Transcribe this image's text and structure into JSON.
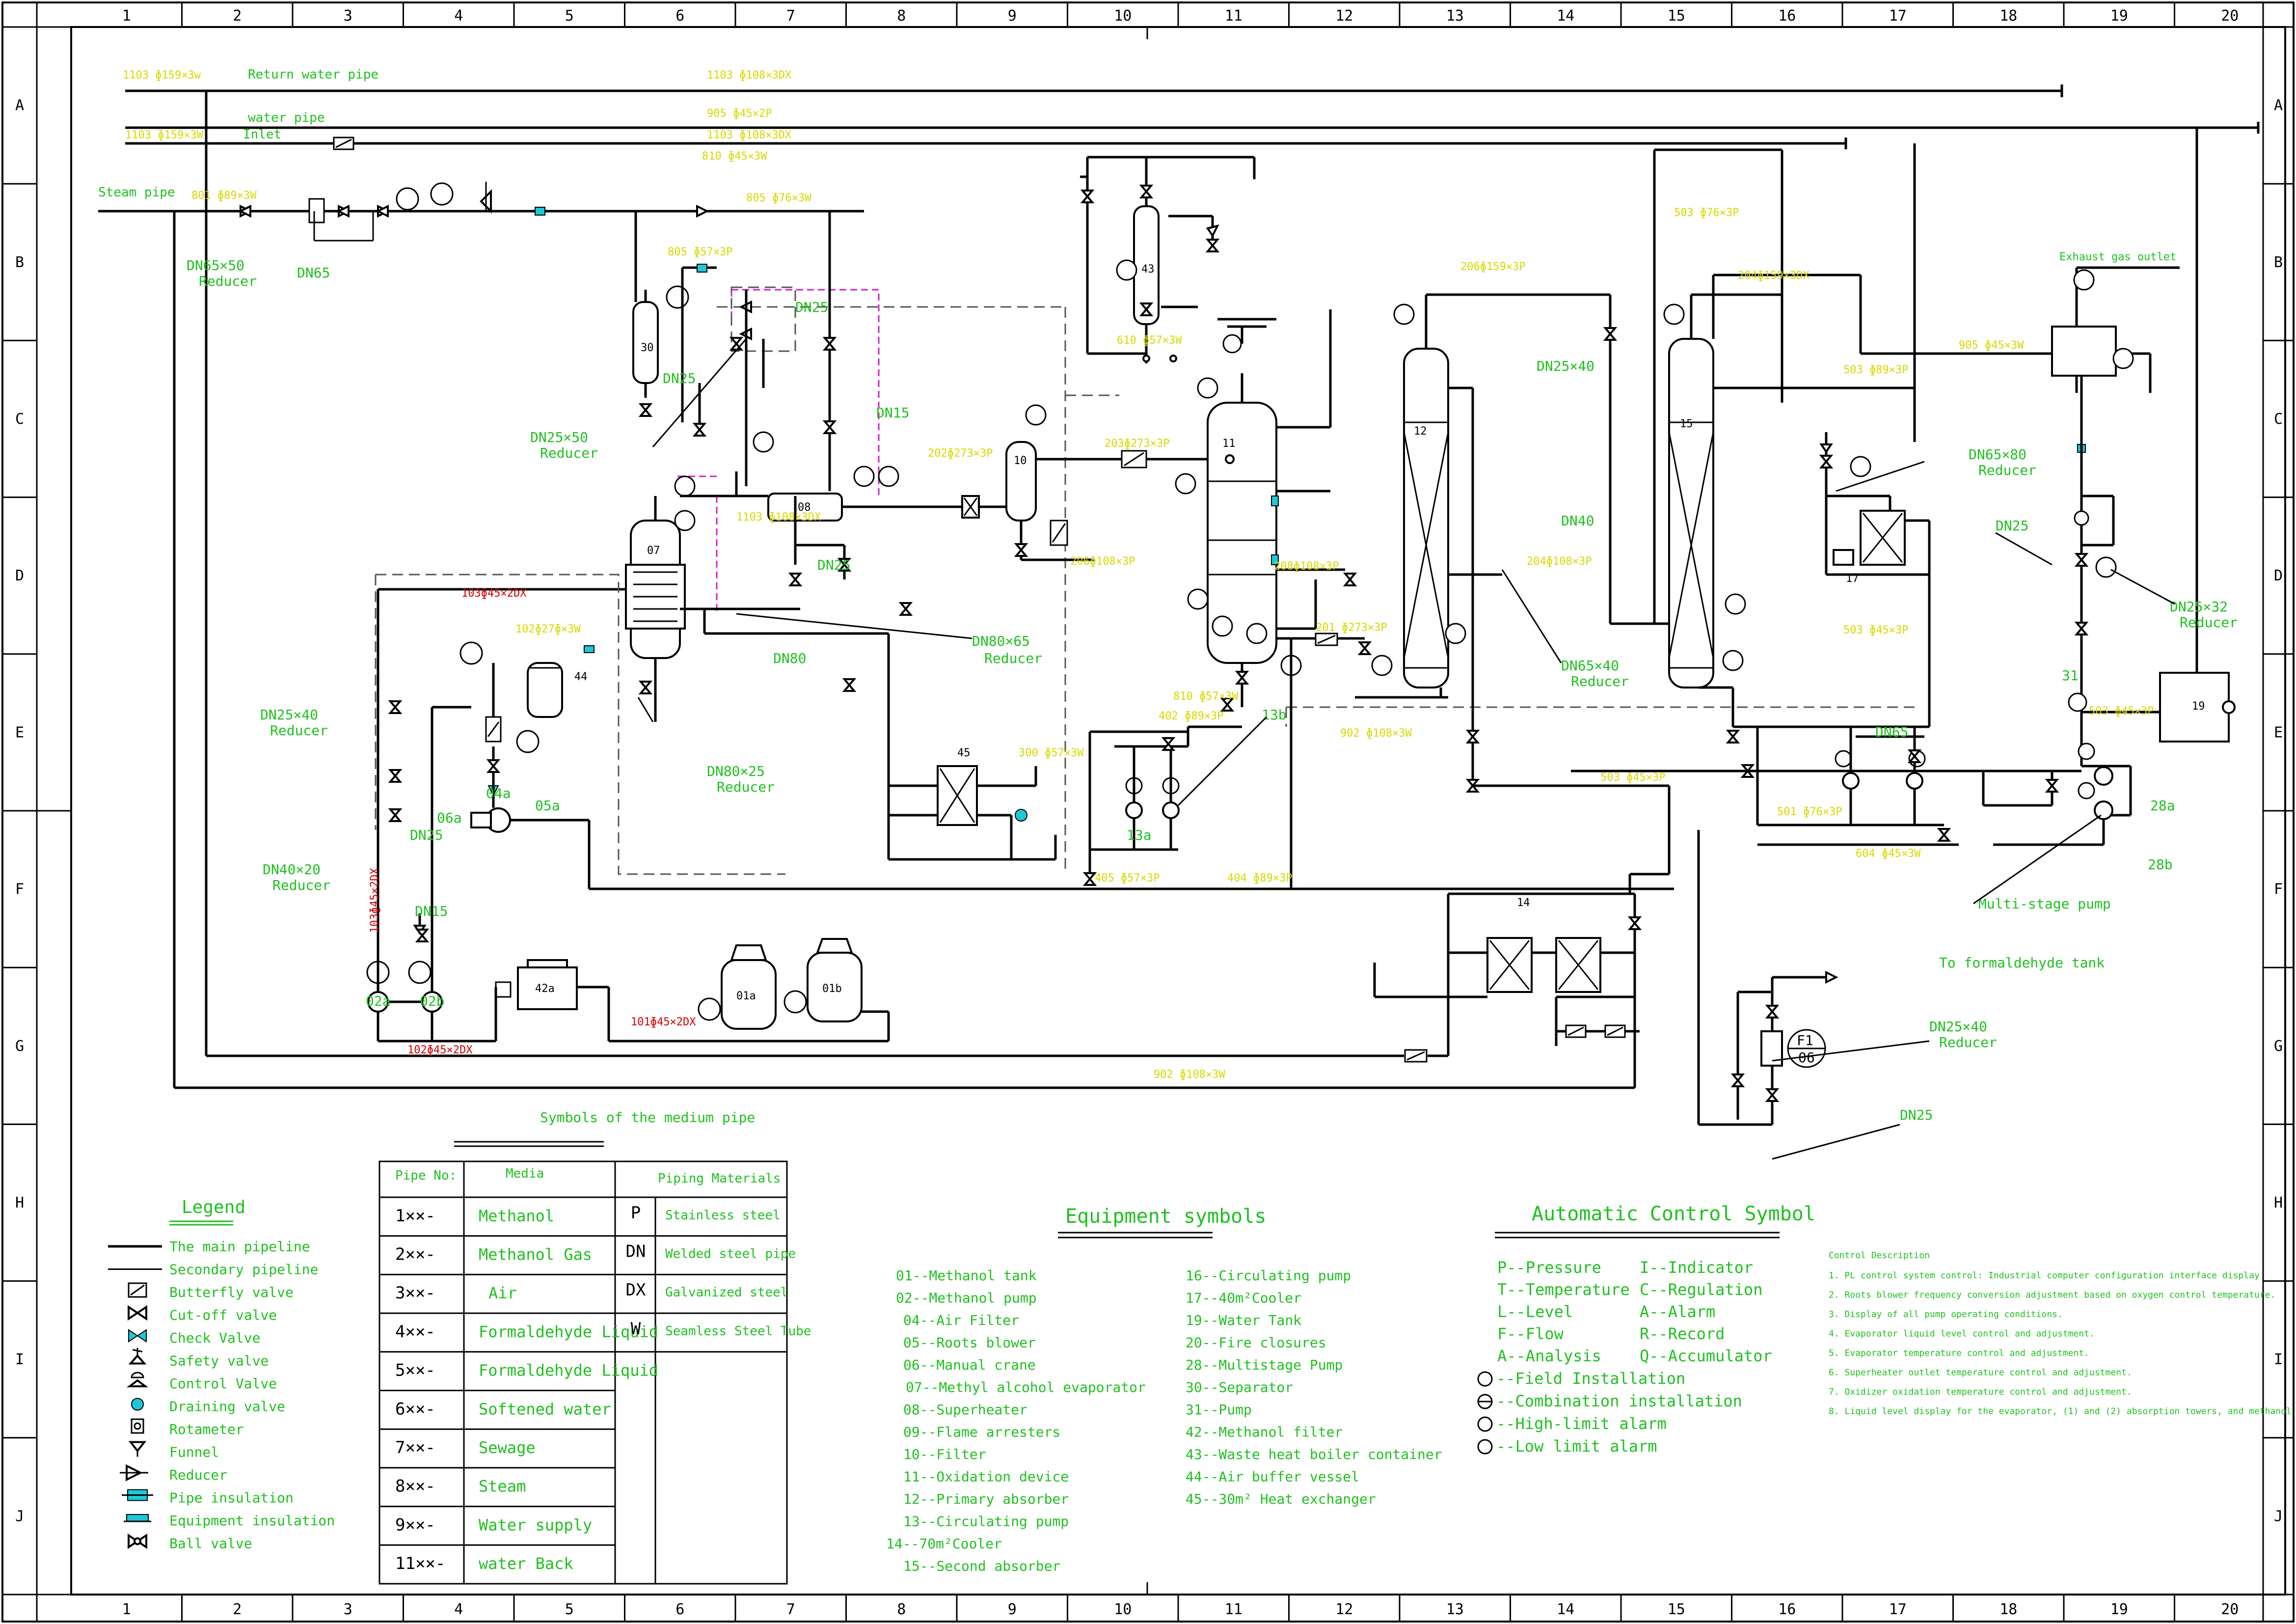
{
  "grid": {
    "columns": [
      "1",
      "2",
      "3",
      "4",
      "5",
      "6",
      "7",
      "8",
      "9",
      "10",
      "11",
      "12",
      "13",
      "14",
      "15",
      "16",
      "17",
      "18",
      "19",
      "20"
    ],
    "rows": [
      "A",
      "B",
      "C",
      "D",
      "E",
      "F",
      "G",
      "H",
      "I",
      "J"
    ]
  },
  "top_lines": {
    "return_water": "Return water pipe",
    "water": "water pipe",
    "inlet": "Inlet",
    "steam": "Steam pipe"
  },
  "pipe_codes": {
    "a1": "1103 ɸ159×3w",
    "a2": "1103 ɸ108×3DX",
    "a3": "905 ɸ45×2P",
    "a4": "1103 ɸ159×3W",
    "a5": "1103 ɸ108×3DX",
    "a6": "810 ɸ45×3W",
    "b1": "801 ɸ89×3W",
    "b2": "805 ɸ76×3W",
    "b3": "805 ɸ57×3P",
    "b4": "810 ɸ57×3W",
    "b5": "610 ɸ57×3W",
    "b6": "503 ɸ76×3P",
    "b7": "206ɸ159×3P",
    "b8": "204ɸ159×3DX",
    "b9": "1103 ɸ108×3DX",
    "b10": "905 ɸ45×3W",
    "c1": "202ɸ273×3P",
    "c2": "203ɸ273×3P",
    "c3": "503 ɸ89×3P",
    "c4": "204ɸ108×3P",
    "c5": "208ɸ108×3P",
    "c6": "206ɸ108×3P",
    "d1": "102ɸ27ɸ×3W",
    "d2": "201 ɸ273×3P",
    "d3": "503 ɸ45×3P",
    "d4": "503 ɸ45×3P",
    "e1": "300 ɸ57×3W",
    "e2": "402 ɸ89×3P",
    "e3": "501 ɸ76×3P",
    "e4": "503 ɸ45×3P",
    "e5": "604 ɸ45×3W",
    "f1": "405 ɸ57×3P",
    "f2": "404 ɸ89×3P",
    "f3": "902 ɸ108×3W",
    "g1": "902 ɸ108×3W",
    "r1": "103ɸ45×2DX",
    "r2": "103ɸ45×2DX",
    "r3": "102ɸ45×2DX",
    "r4": "101ɸ45×2DX"
  },
  "annotations": {
    "dn65x50": "DN65×50",
    "dn65": "DN65",
    "reducer": "Reducer",
    "dn25": "DN25",
    "dn25x50": "DN25×50",
    "dn15": "DN15",
    "dn80x65": "DN80×65",
    "dn80": "DN80",
    "dn80x25": "DN80×25",
    "dn25x40": "DN25×40",
    "dn40x20": "DN40×20",
    "dn25x40_r": "DN25×40",
    "dn40": "DN40",
    "dn65x40": "DN65×40",
    "dn65x80": "DN65×80",
    "dn25x32": "DN25×32",
    "dn65_2": "DN65",
    "exhaust": "Exhaust gas outlet",
    "formaldehyde": "To formaldehyde tank",
    "multistage": "Multi-stage pump",
    "p28a": "28a",
    "p28b": "28b",
    "p31": "31",
    "p19": "19",
    "p17": "17",
    "p14": "14",
    "p12": "12",
    "p15": "15",
    "p11": "11",
    "p10": "10",
    "p08": "08",
    "p07": "07",
    "p44": "44",
    "p45": "45",
    "p43": "43",
    "p30": "30",
    "p13a": "13a",
    "p13b": "13b",
    "p04a": "04a",
    "p05a": "05a",
    "p06a": "06a",
    "p42a": "42a",
    "p01a": "01a",
    "p01b": "01b",
    "p02a": "02a",
    "p02b": "02b",
    "f1": "F1",
    "f1n": "06",
    "dn25_bottom": "DN25",
    "dn25_inst": "DN25",
    "dn25x40_g": "DN25×40"
  },
  "medium_title": "Symbols of the medium pipe",
  "medium_table": {
    "headers": [
      "Pipe No:",
      "Media",
      "Piping Materials"
    ],
    "rows": [
      {
        "no": "1××-",
        "media": "Methanol",
        "code": "P",
        "mat": "Stainless steel"
      },
      {
        "no": "2××-",
        "media": "Methanol Gas",
        "code": "DN",
        "mat": "Welded steel pipe"
      },
      {
        "no": "3××-",
        "media": "Air",
        "code": "DX",
        "mat": "Galvanized steel"
      },
      {
        "no": "4××-",
        "media": "Formaldehyde Liquid",
        "code": "W",
        "mat": "Seamless Steel Tube"
      },
      {
        "no": "5××-",
        "media": "Formaldehyde Liquid",
        "code": "",
        "mat": ""
      },
      {
        "no": "6××-",
        "media": "Softened water",
        "code": "",
        "mat": ""
      },
      {
        "no": "7××-",
        "media": "Sewage",
        "code": "",
        "mat": ""
      },
      {
        "no": "8××-",
        "media": "Steam",
        "code": "",
        "mat": ""
      },
      {
        "no": "9××-",
        "media": "Water supply",
        "code": "",
        "mat": ""
      },
      {
        "no": "11××-",
        "media": "water Back",
        "code": "",
        "mat": ""
      }
    ]
  },
  "legend": {
    "title": "Legend",
    "items": [
      {
        "icon": "main-pipeline-icon",
        "label": "The main pipeline"
      },
      {
        "icon": "secondary-pipeline-icon",
        "label": "Secondary pipeline"
      },
      {
        "icon": "butterfly-valve-icon",
        "label": "Butterfly valve"
      },
      {
        "icon": "cut-off-valve-icon",
        "label": "Cut-off valve"
      },
      {
        "icon": "check-valve-icon",
        "label": "Check Valve"
      },
      {
        "icon": "safety-valve-icon",
        "label": "Safety valve"
      },
      {
        "icon": "control-valve-icon",
        "label": "Control Valve"
      },
      {
        "icon": "draining-valve-icon",
        "label": "Draining valve"
      },
      {
        "icon": "rotameter-icon",
        "label": "Rotameter"
      },
      {
        "icon": "funnel-icon",
        "label": "Funnel"
      },
      {
        "icon": "reducer-icon",
        "label": "Reducer"
      },
      {
        "icon": "pipe-insulation-icon",
        "label": "Pipe insulation"
      },
      {
        "icon": "equipment-insulation-icon",
        "label": "Equipment insulation"
      },
      {
        "icon": "ball-valve-icon",
        "label": "Ball valve"
      }
    ]
  },
  "equipment": {
    "title": "Equipment symbols",
    "col1": [
      "01--Methanol tank",
      "02--Methanol pump",
      "04--Air Filter",
      "05--Roots blower",
      "06--Manual crane",
      "07--Methyl alcohol evaporator",
      "08--Superheater",
      "09--Flame arresters",
      "10--Filter",
      "11--Oxidation device",
      "12--Primary absorber",
      "13--Circulating pump",
      "14--70m²Cooler",
      "15--Second absorber"
    ],
    "col2": [
      "16--Circulating pump",
      "17--40m²Cooler",
      "19--Water Tank",
      "20--Fire closures",
      "28--Multistage Pump",
      "30--Separator",
      "31--Pump",
      "42--Methanol filter",
      "43--Waste heat boiler container",
      "44--Air buffer vessel",
      "45--30m² Heat exchanger"
    ]
  },
  "control": {
    "title": "Automatic Control Symbol",
    "col1": [
      "P--Pressure",
      "T--Temperature",
      "L--Level",
      "F--Flow",
      "A--Analysis"
    ],
    "col2": [
      "I--Indicator",
      "C--Regulation",
      "A--Alarm",
      "R--Record",
      "Q--Accumulator"
    ],
    "install": [
      "--Field Installation",
      "--Combination installation",
      "--High-limit alarm",
      "--Low limit alarm"
    ]
  },
  "control_description": {
    "title": "Control Description",
    "items": [
      "1. PL control system control: Industrial computer configuration interface display",
      "2. Roots blower frequency conversion adjustment based on oxygen control temperature.",
      "3. Display of all pump operating conditions.",
      "4. Evaporator liquid level control and adjustment.",
      "5. Evaporator temperature control and adjustment.",
      "6. Superheater outlet temperature control and adjustment.",
      "7. Oxidizer oxidation temperature control and adjustment.",
      "8. Liquid level display for the evaporator, (1) and (2) absorption towers, and methanol storage tank."
    ]
  },
  "colors": {
    "green": "#20c020",
    "yellow": "#d8d800",
    "red": "#d00000",
    "cyan": "#1ec8d8",
    "magenta": "#d020d0"
  }
}
